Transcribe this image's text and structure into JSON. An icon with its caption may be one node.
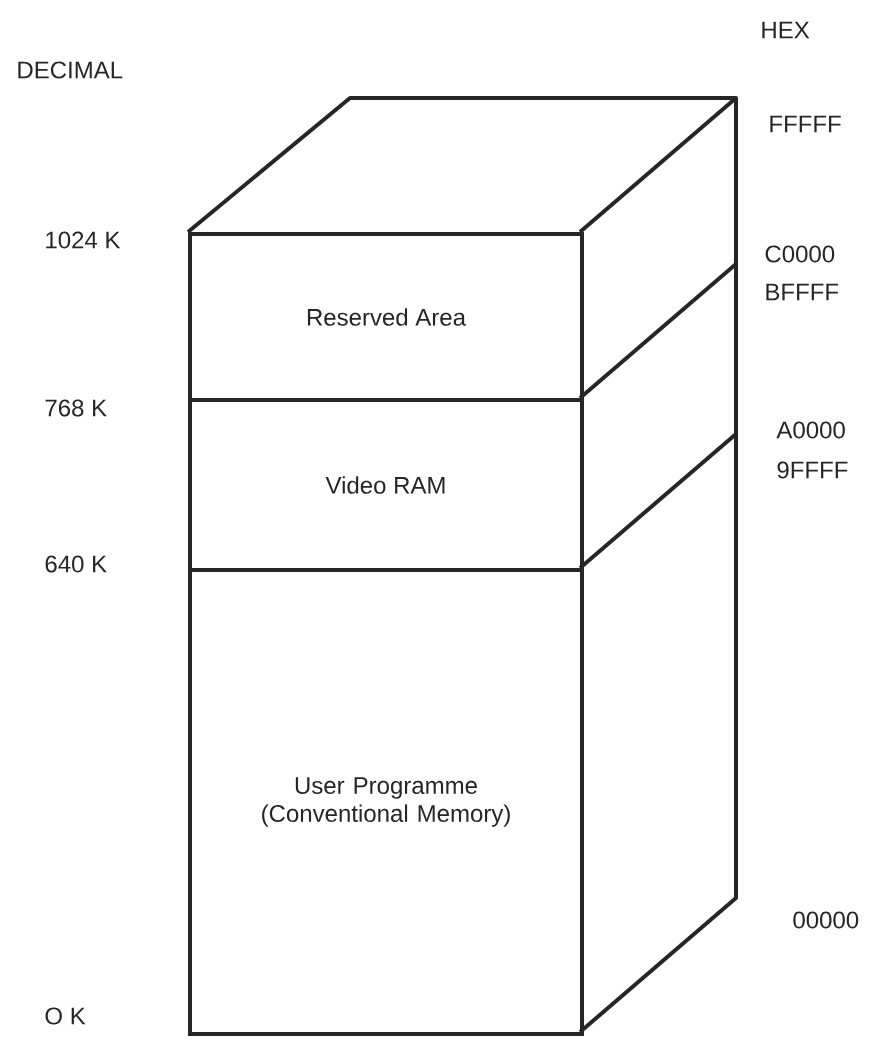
{
  "diagram": {
    "nodes": [
      {
        "text": [
          "Reserved Area"
        ]
      },
      {
        "text": [
          "Video RAM"
        ]
      },
      {
        "text": [
          "User Programme (Conventional Memory)"
        ]
      }
    ],
    "labels": [
      "DECIMAL",
      "HEX",
      "FFFFF",
      "1024 K",
      "C0000",
      "BFFFF",
      "768 K",
      "A0000",
      "9FFFF",
      "640 K",
      "00000",
      "O K"
    ]
  }
}
